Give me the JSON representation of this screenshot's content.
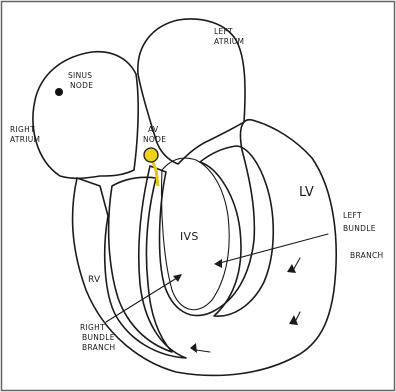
{
  "labels": {
    "left_atrium_1": "LEFT",
    "left_atrium_2": "ATRIUM",
    "sinus_node_1": "SINUS",
    "sinus_node_2": "NODE",
    "right_atrium_1": "RIGHT",
    "right_atrium_2": "ATRIUM",
    "av_node_1": "AV",
    "av_node_2": "NODE",
    "lv": "LV",
    "left_bundle_1": "LEFT",
    "left_bundle_2": "BUNDLE",
    "left_bundle_3": "BRANCH",
    "ivs": "IVS",
    "rv": "RV",
    "right_bundle_1": "RIGHT",
    "right_bundle_2": "BUNDLE",
    "right_bundle_3": "BRANCH"
  },
  "colors": {
    "muscle": "#f2c1b4",
    "muscle_stroke": "#1b1b1b",
    "av_node": "#f1d11c",
    "bundle_path": "#e6c21a",
    "sinus_node": "#111111",
    "frame": "#555555"
  }
}
